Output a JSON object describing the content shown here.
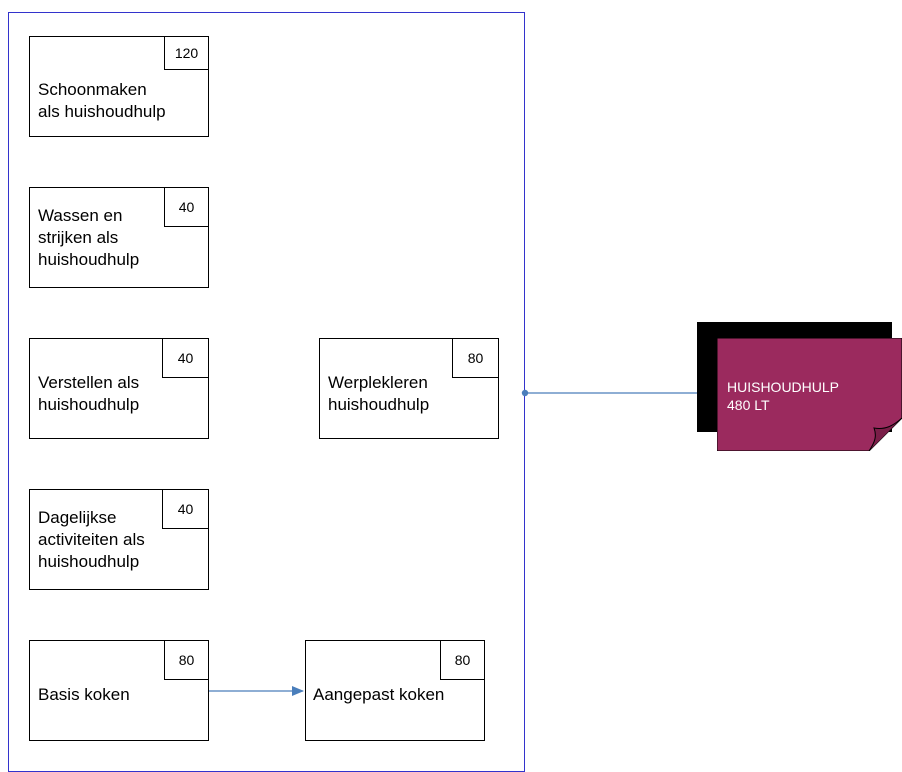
{
  "nodes": {
    "schoonmaken": {
      "label": "Schoonmaken\nals huishoudhulp",
      "value": "120"
    },
    "wassen": {
      "label": "Wassen en\nstrijken als\nhuishoudhulp",
      "value": "40"
    },
    "verstellen": {
      "label": "Verstellen als\nhuishoudhulp",
      "value": "40"
    },
    "werplekleren": {
      "label": "Werplekleren\nhuishoudhulp",
      "value": "80"
    },
    "dagelijkse": {
      "label": "Dagelijkse\nactiviteiten als\nhuishoudhulp",
      "value": "40"
    },
    "basis": {
      "label": "Basis koken",
      "value": "80"
    },
    "aangepast": {
      "label": "Aangepast koken",
      "value": "80"
    }
  },
  "document": {
    "label": "HUISHOUDHULP\n480 LT"
  },
  "colors": {
    "frame": "#3333cc",
    "connector": "#4a7ebb",
    "document": "#9b2a5e",
    "document_shadow": "#000000"
  }
}
